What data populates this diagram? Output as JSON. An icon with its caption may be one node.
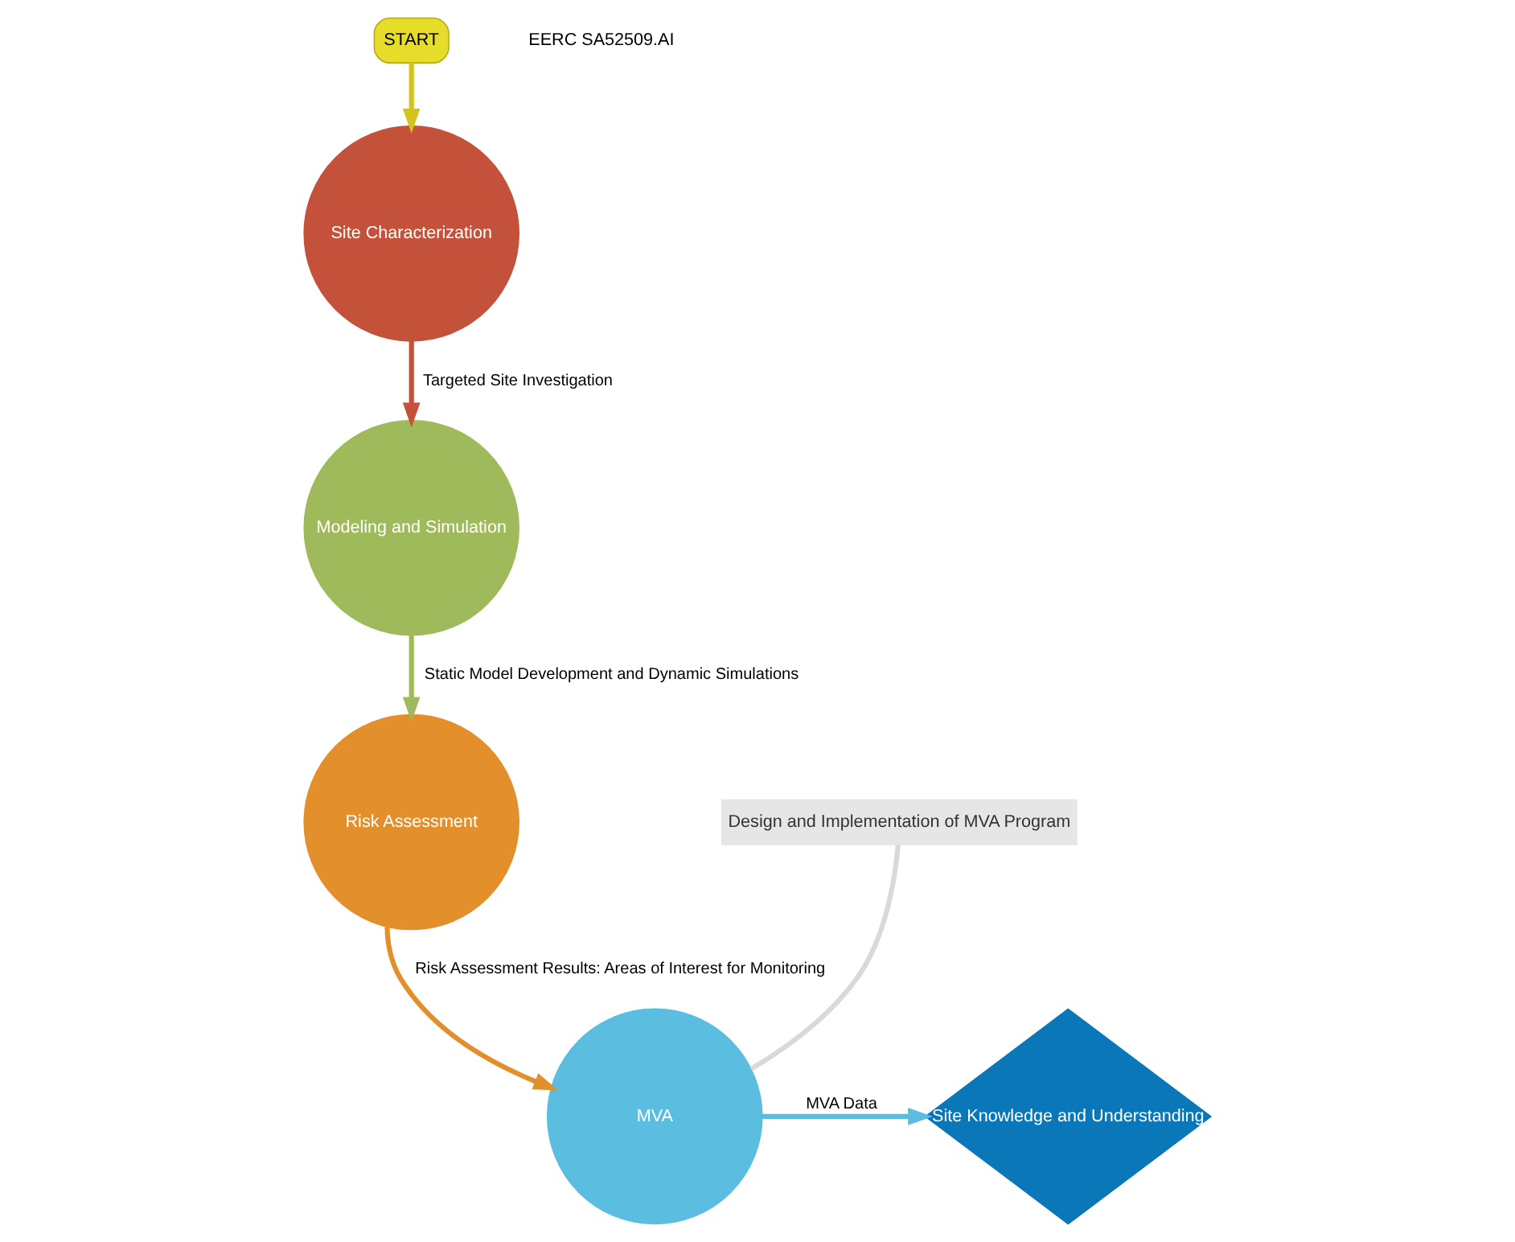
{
  "diagram": {
    "nodes": [
      {
        "text": [
          "START"
        ]
      },
      {
        "text": [
          "Site Characterization"
        ]
      },
      {
        "text": [
          "Modeling and Simulation"
        ]
      },
      {
        "text": [
          "Risk Assessment"
        ]
      },
      {
        "text": [
          "MVA"
        ]
      },
      {
        "text": [
          "Site Knowledge and Understanding"
        ]
      },
      {
        "text": [
          "Design and Implementation of MVA Program"
        ]
      }
    ],
    "edges": [
      {
        "from": 0,
        "to": 1,
        "arrow": "to",
        "color": "#d4c31a"
      },
      {
        "from": 1,
        "to": 2,
        "arrow": "to",
        "label": "Targeted Site Investigation",
        "color": "#c4513a"
      },
      {
        "from": 2,
        "to": 3,
        "arrow": "to",
        "label": "Static Model Development and Dynamic Simulations",
        "color": "#9fba5a"
      },
      {
        "from": 3,
        "to": 4,
        "arrow": "to",
        "label": "Risk Assessment Results: Areas of Interest for Monitoring",
        "color": "#e38f2b"
      },
      {
        "from": 4,
        "to": 5,
        "arrow": "to",
        "label": "MVA Data",
        "color": "#5bbde0"
      },
      {
        "from": 6,
        "to": 4,
        "arrow": "none",
        "color": "#d9d9d9"
      }
    ],
    "labels": [
      "EERC SA52509.AI"
    ]
  }
}
